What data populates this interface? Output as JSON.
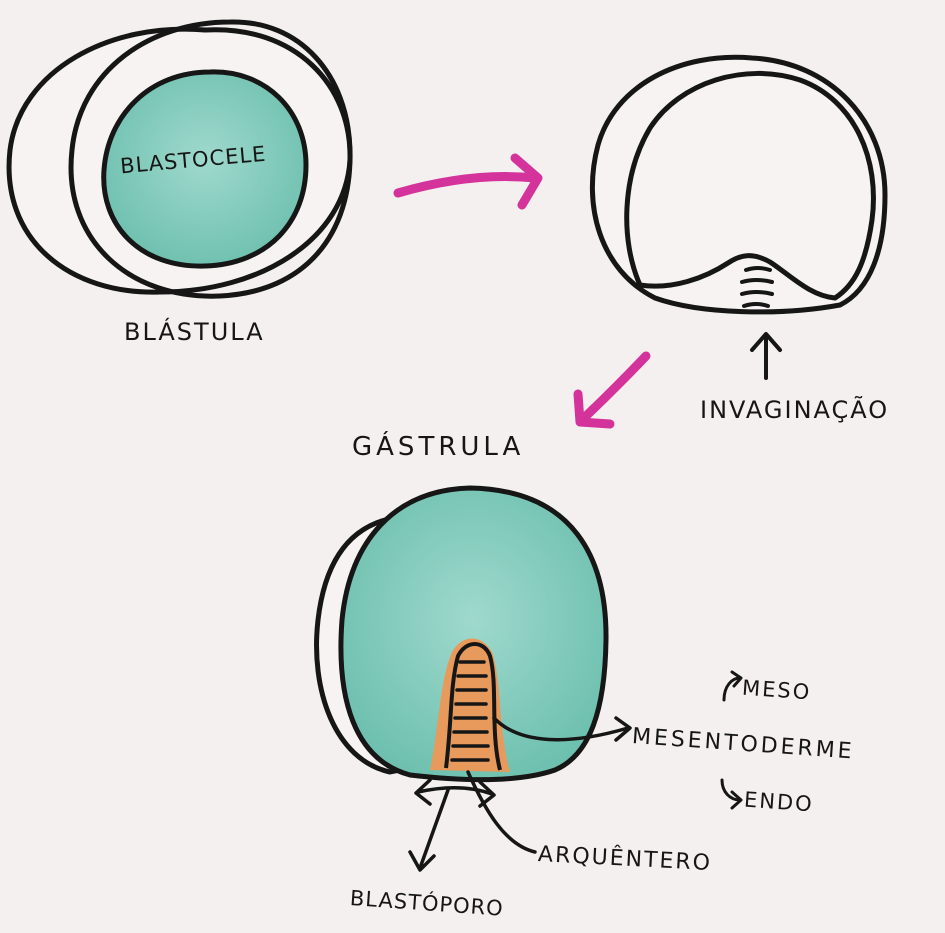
{
  "labels": {
    "blastocele": "BLASTOCELE",
    "blastula": "BLÁSTULA",
    "invaginacao": "INVAGINAÇÃO",
    "gastrula": "GÁSTRULA",
    "meso": "MESO",
    "mesentoderme": "MESENTODERME",
    "endo": "ENDO",
    "arquentero": "ARQUÊNTERO",
    "blastoporo": "BLASTÓPORO"
  },
  "colors": {
    "paper": "#f4f0ef",
    "ink": "#161616",
    "blastocoel_fill": "#7ec9bb",
    "archenteron_fill": "#e89a5c",
    "arrow_magenta": "#d3339a"
  }
}
